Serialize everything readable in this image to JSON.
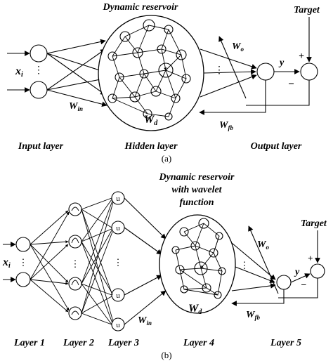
{
  "panel_a": {
    "title": "Dynamic reservoir",
    "input_symbol": "x",
    "input_subscript": "i",
    "target": "Target",
    "wo_main": "W",
    "wo_sub": "o",
    "y": "y",
    "plus": "+",
    "minus": "−",
    "win_main": "W",
    "win_sub": "in",
    "wd_main": "W",
    "wd_sub": "d",
    "wfb_main": "W",
    "wfb_sub": "fb",
    "input_layer": "Input layer",
    "hidden_layer": "Hidden layer",
    "output_layer": "Output layer",
    "caption": "(a)"
  },
  "panel_b": {
    "title_line1": "Dynamic reservoir",
    "title_line2": "with wavelet",
    "title_line3": "function",
    "target": "Target",
    "input_symbol": "x",
    "input_subscript": "i",
    "wo_main": "W",
    "wo_sub": "o",
    "y": "y",
    "plus": "+",
    "minus": "−",
    "win_main": "W",
    "win_sub": "in",
    "wd_main": "W",
    "wd_sub": "d",
    "wfb_main": "W",
    "wfb_sub": "fb",
    "node_u": "u",
    "layer1": "Layer 1",
    "layer2": "Layer 2",
    "layer3": "Layer 3",
    "layer4": "Layer 4",
    "layer5": "Layer 5",
    "caption": "(b)"
  }
}
